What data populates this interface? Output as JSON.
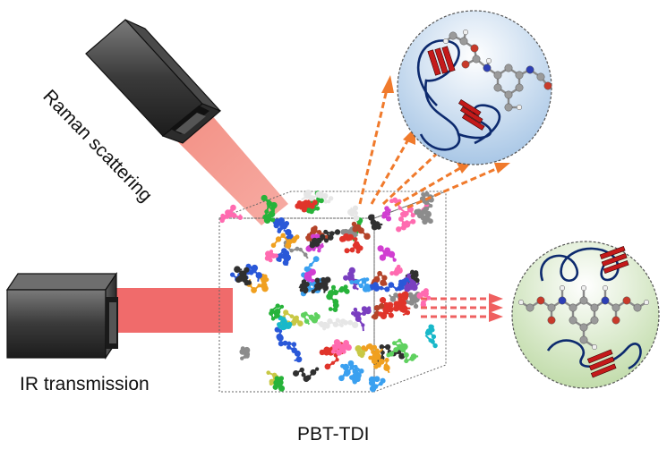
{
  "labels": {
    "raman": "Raman scattering",
    "ir": "IR transmission",
    "sample": "PBT-TDI"
  },
  "colors": {
    "beam": "#f26a6a",
    "scattered_arrow": "#f07a2c",
    "transmitted_arrow": "#ef6060",
    "chain": "#0d2a6e",
    "hard_segment": "#cc1c1c",
    "zoom_top_bg": "#c9ddef",
    "zoom_right_bg": "#d6e8c8",
    "oxygen": "#c83a2a",
    "nitrogen": "#2d3fb5",
    "carbon": "#9a9a9a",
    "hydrogen": "#f0f0f0"
  },
  "components": {
    "raman_source": "raman-spectrometer",
    "ir_source": "ir-spectrometer",
    "sample": "polymer-simulation-box",
    "zoom_top": "chain-zoom-scattering",
    "zoom_right": "chain-zoom-transmission"
  }
}
